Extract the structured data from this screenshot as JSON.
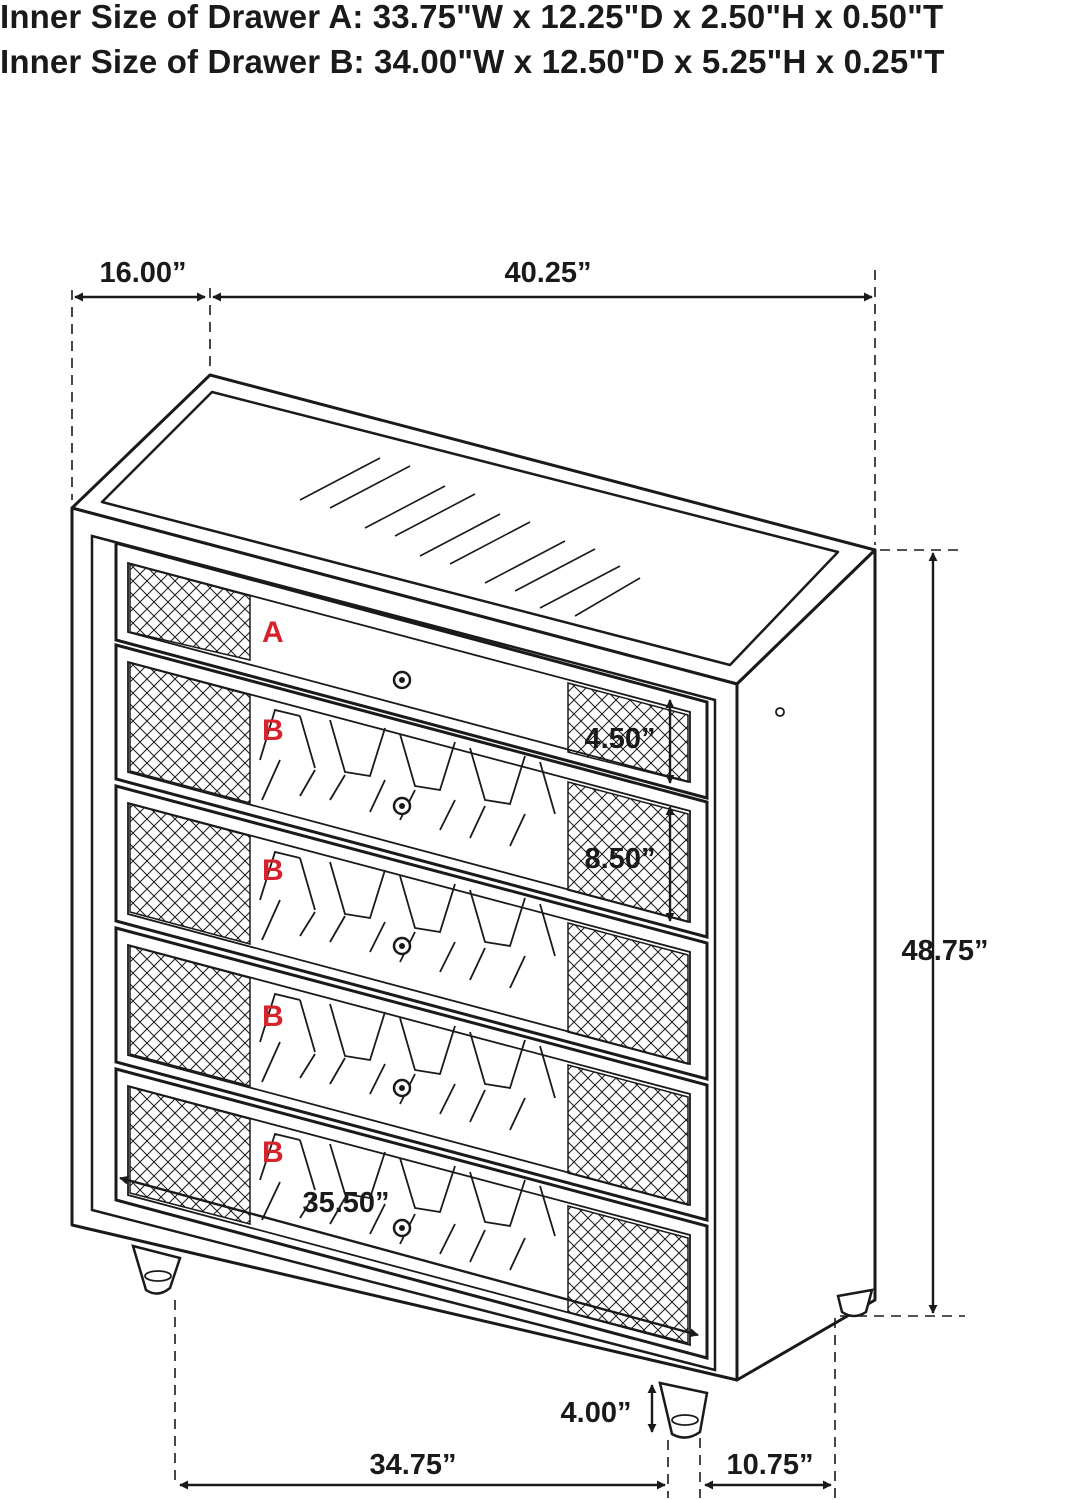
{
  "specs": {
    "drawer_a": "Inner Size of Drawer A: 33.75\"W x 12.25\"D x 2.50\"H x 0.50\"T",
    "drawer_b": "Inner Size of Drawer B: 34.00\"W x 12.50\"D x 5.25\"H x 0.25\"T"
  },
  "dimensions": {
    "depth_top": "16.00”",
    "width_top": "40.25”",
    "height_total": "48.75”",
    "drawer_a_height": "4.50”",
    "drawer_b_height": "8.50”",
    "drawer_width": "35.50”",
    "leg_height": "4.00”",
    "base_width": "34.75”",
    "base_depth": "10.75”"
  },
  "drawer_labels": [
    "A",
    "B",
    "B",
    "B",
    "B"
  ],
  "colors": {
    "line": "#1a1a1a",
    "label": "#d6232b",
    "background": "#ffffff"
  }
}
